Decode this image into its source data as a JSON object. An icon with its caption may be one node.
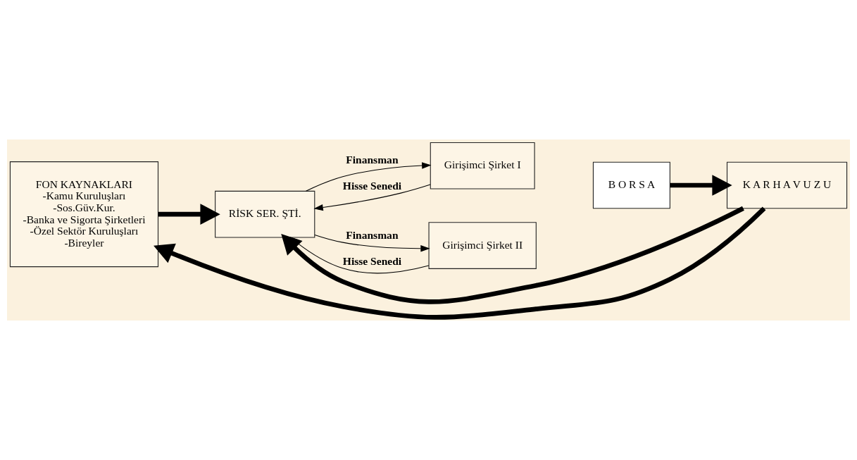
{
  "diagram": {
    "nodes": [
      {
        "text": [
          "FON KAYNAKLARI",
          "-Kamu Kuruluşları",
          "-Sos.Güv.Kur.",
          "-Banka ve Sigorta Şirketleri",
          "-Özel Sektör Kuruluşları",
          "-Bireyler"
        ]
      },
      {
        "text": [
          "RİSK SER. ŞTİ."
        ]
      },
      {
        "text": [
          "Girişimci Şirket I"
        ]
      },
      {
        "text": [
          "Girişimci Şirket II"
        ]
      },
      {
        "text": [
          "B O R S A"
        ]
      },
      {
        "text": [
          "K A R H A V U Z U"
        ]
      }
    ],
    "edges": [
      {
        "from": 0,
        "to": 1,
        "arrow": "to",
        "style": "thick"
      },
      {
        "from": 1,
        "to": 2,
        "arrow": "to",
        "label": "Finansman"
      },
      {
        "from": 2,
        "to": 1,
        "arrow": "to",
        "label": "Hisse Senedi"
      },
      {
        "from": 1,
        "to": 3,
        "arrow": "to",
        "label": "Finansman"
      },
      {
        "from": 3,
        "to": 1,
        "arrow": "to",
        "label": "Hisse Senedi"
      },
      {
        "from": 4,
        "to": 5,
        "arrow": "to",
        "style": "thick"
      },
      {
        "from": 5,
        "to": 0,
        "arrow": "to",
        "style": "thick"
      },
      {
        "from": 5,
        "to": 1,
        "arrow": "to",
        "style": "thick"
      }
    ]
  }
}
